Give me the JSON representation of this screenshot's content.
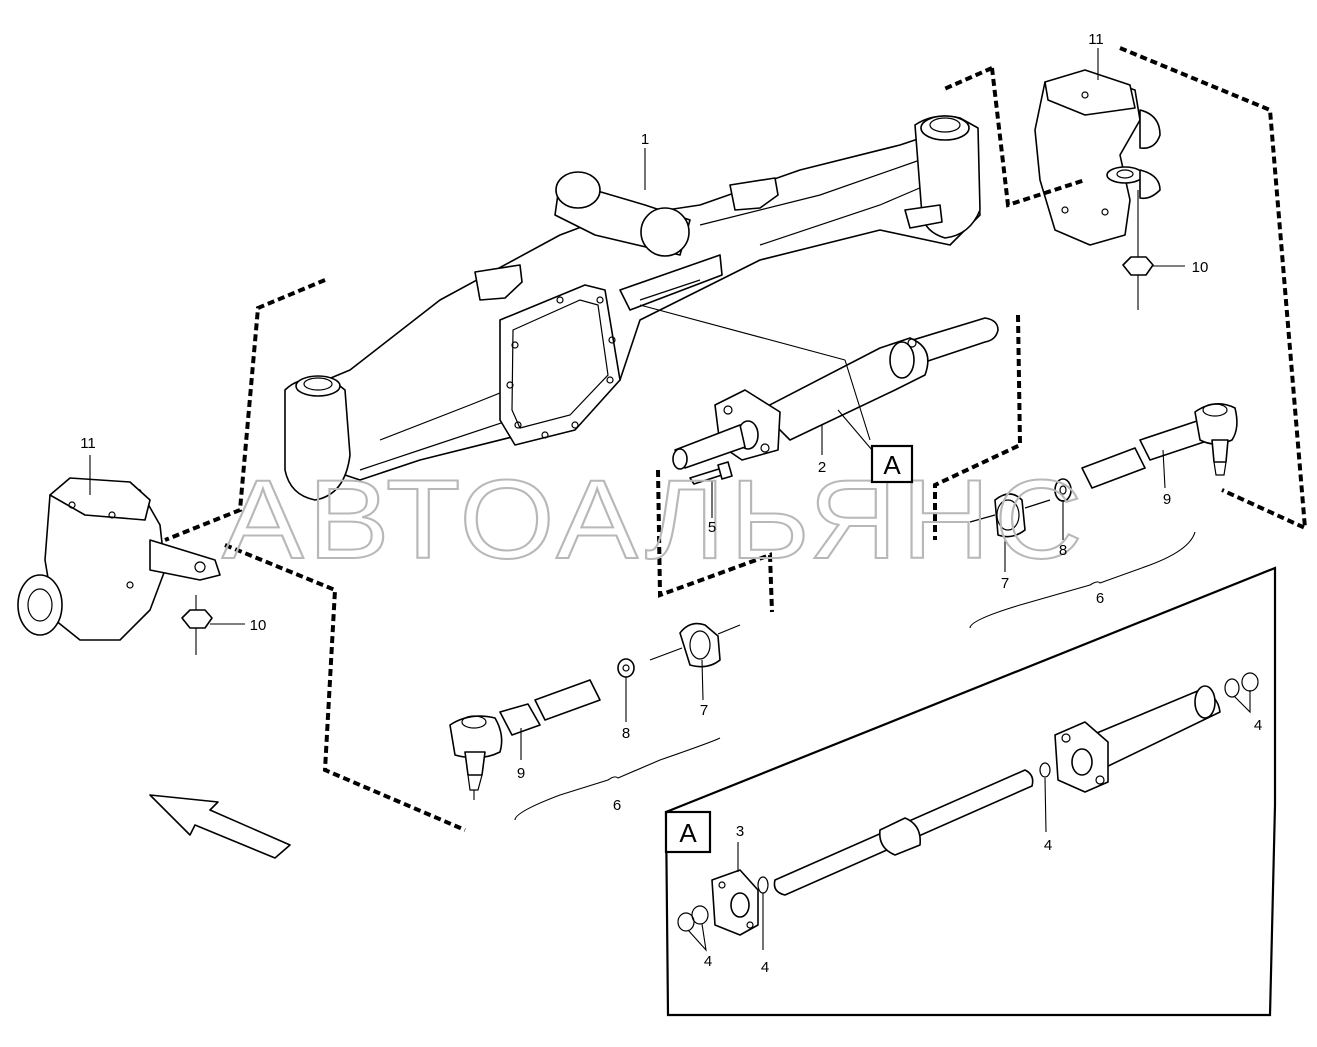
{
  "watermark": "АВТОАЛЬЯНС",
  "section_labels": {
    "ref_a": "A",
    "detail_a": "A"
  },
  "callouts": {
    "c1": "1",
    "c2": "2",
    "c3": "3",
    "c4a": "4",
    "c4b": "4",
    "c4c": "4",
    "c4d": "4",
    "c5": "5",
    "c6a": "6",
    "c6b": "6",
    "c7a": "7",
    "c7b": "7",
    "c8a": "8",
    "c8b": "8",
    "c9a": "9",
    "c9b": "9",
    "c10a": "10",
    "c10b": "10",
    "c11a": "11",
    "c11b": "11"
  },
  "icons": {
    "direction": "arrow-icon"
  }
}
